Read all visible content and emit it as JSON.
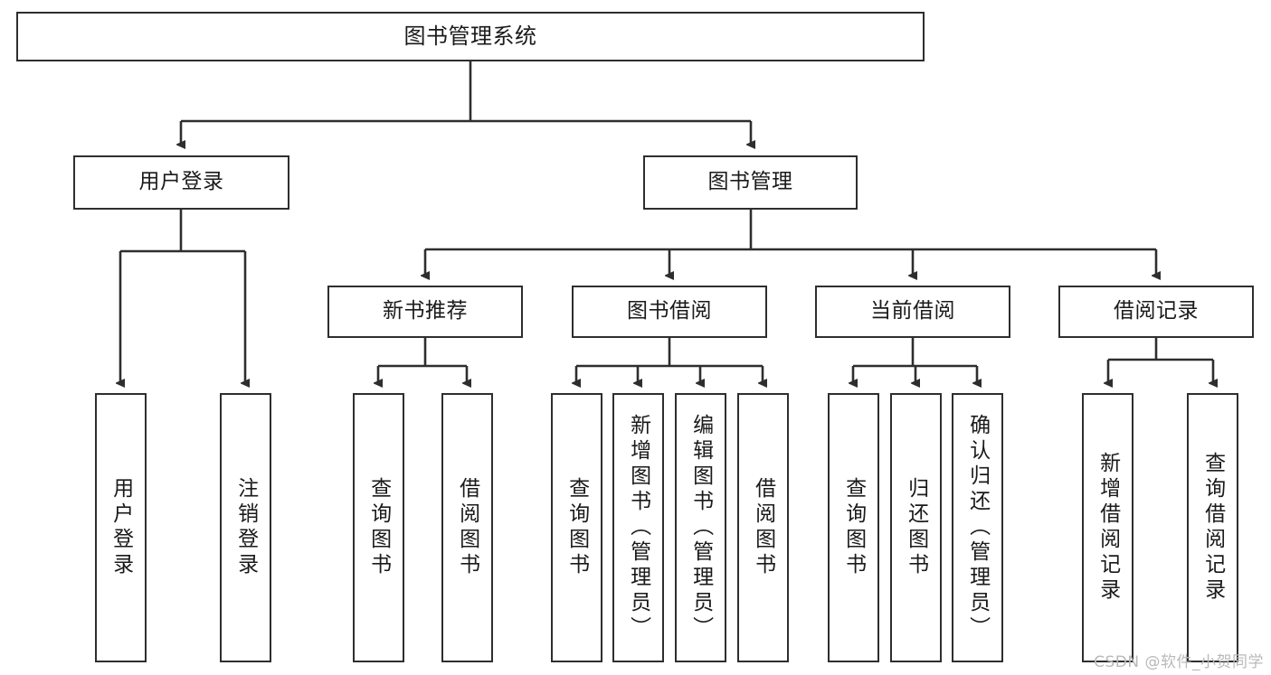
{
  "diagram": {
    "title": "图书管理系统",
    "watermark": "CSDN @软件_小贺同学",
    "colors": {
      "box_border": "#2e2e2e",
      "box_fill": "#ffffff",
      "connector": "#2e2e2e",
      "text": "#1a1a1a",
      "watermark": "#b9b9b9"
    },
    "nodes": {
      "root": {
        "label": "图书管理系统"
      },
      "level2": [
        {
          "label": "用户登录"
        },
        {
          "label": "图书管理"
        }
      ],
      "level3": [
        {
          "label": "新书推荐"
        },
        {
          "label": "图书借阅"
        },
        {
          "label": "当前借阅"
        },
        {
          "label": "借阅记录"
        }
      ],
      "leaves": {
        "user_login": [
          {
            "label": "用户登录"
          },
          {
            "label": "注销登录"
          }
        ],
        "new_book_recommend": [
          {
            "label": "查询图书"
          },
          {
            "label": "借阅图书"
          }
        ],
        "book_borrow": [
          {
            "label": "查询图书"
          },
          {
            "label": "新增图书（管理员）"
          },
          {
            "label": "编辑图书（管理员）"
          },
          {
            "label": "借阅图书"
          }
        ],
        "current_borrow": [
          {
            "label": "查询图书"
          },
          {
            "label": "归还图书"
          },
          {
            "label": "确认归还（管理员）"
          }
        ],
        "borrow_record": [
          {
            "label": "新增借阅记录"
          },
          {
            "label": "查询借阅记录"
          }
        ]
      }
    }
  }
}
